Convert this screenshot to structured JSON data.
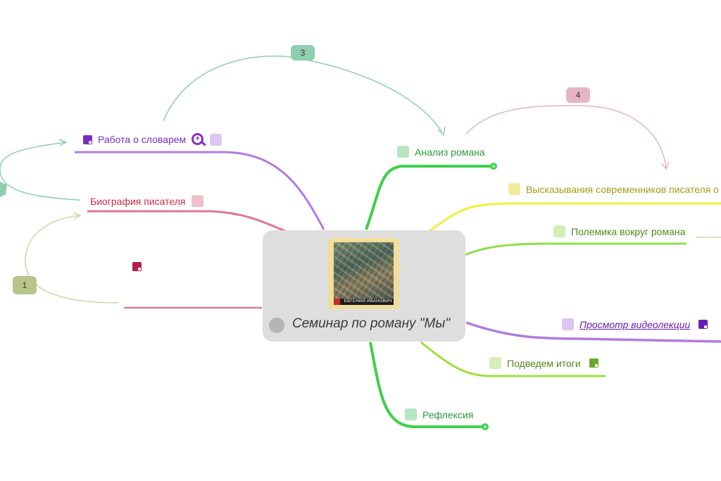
{
  "central": {
    "title": "Семинар по роману \"Мы\"",
    "cover_text": "ЕВГЕНИЙ ИВАНОВИЧ"
  },
  "branches": {
    "slovar": {
      "label": "Работа о словарем",
      "color": "#7a2ec0"
    },
    "biografiya": {
      "label": "Биография писателя",
      "color": "#cc2a4a"
    },
    "analiz": {
      "label": "Анализ романа",
      "color": "#2b9a3a"
    },
    "vyskazyvaniya": {
      "label": "Высказывания современников писателя о р",
      "color": "#a89a1a"
    },
    "polemika": {
      "label": "Полемика вокруг романа",
      "color": "#4e8a1a"
    },
    "video": {
      "label": "Просмотр видеолекции",
      "color": "#6a1fb0"
    },
    "itogi": {
      "label": "Подведем итоги",
      "color": "#4e8a1a"
    },
    "refleksiya": {
      "label": "Рефлексия",
      "color": "#2b9a3a"
    }
  },
  "badges": {
    "b1": "1",
    "b3": "3",
    "b4": "4"
  },
  "icons": {
    "note": "note-icon",
    "zoom": "zoom-in-icon",
    "expand": "plus-icon",
    "collapse": "collapse-icon"
  }
}
